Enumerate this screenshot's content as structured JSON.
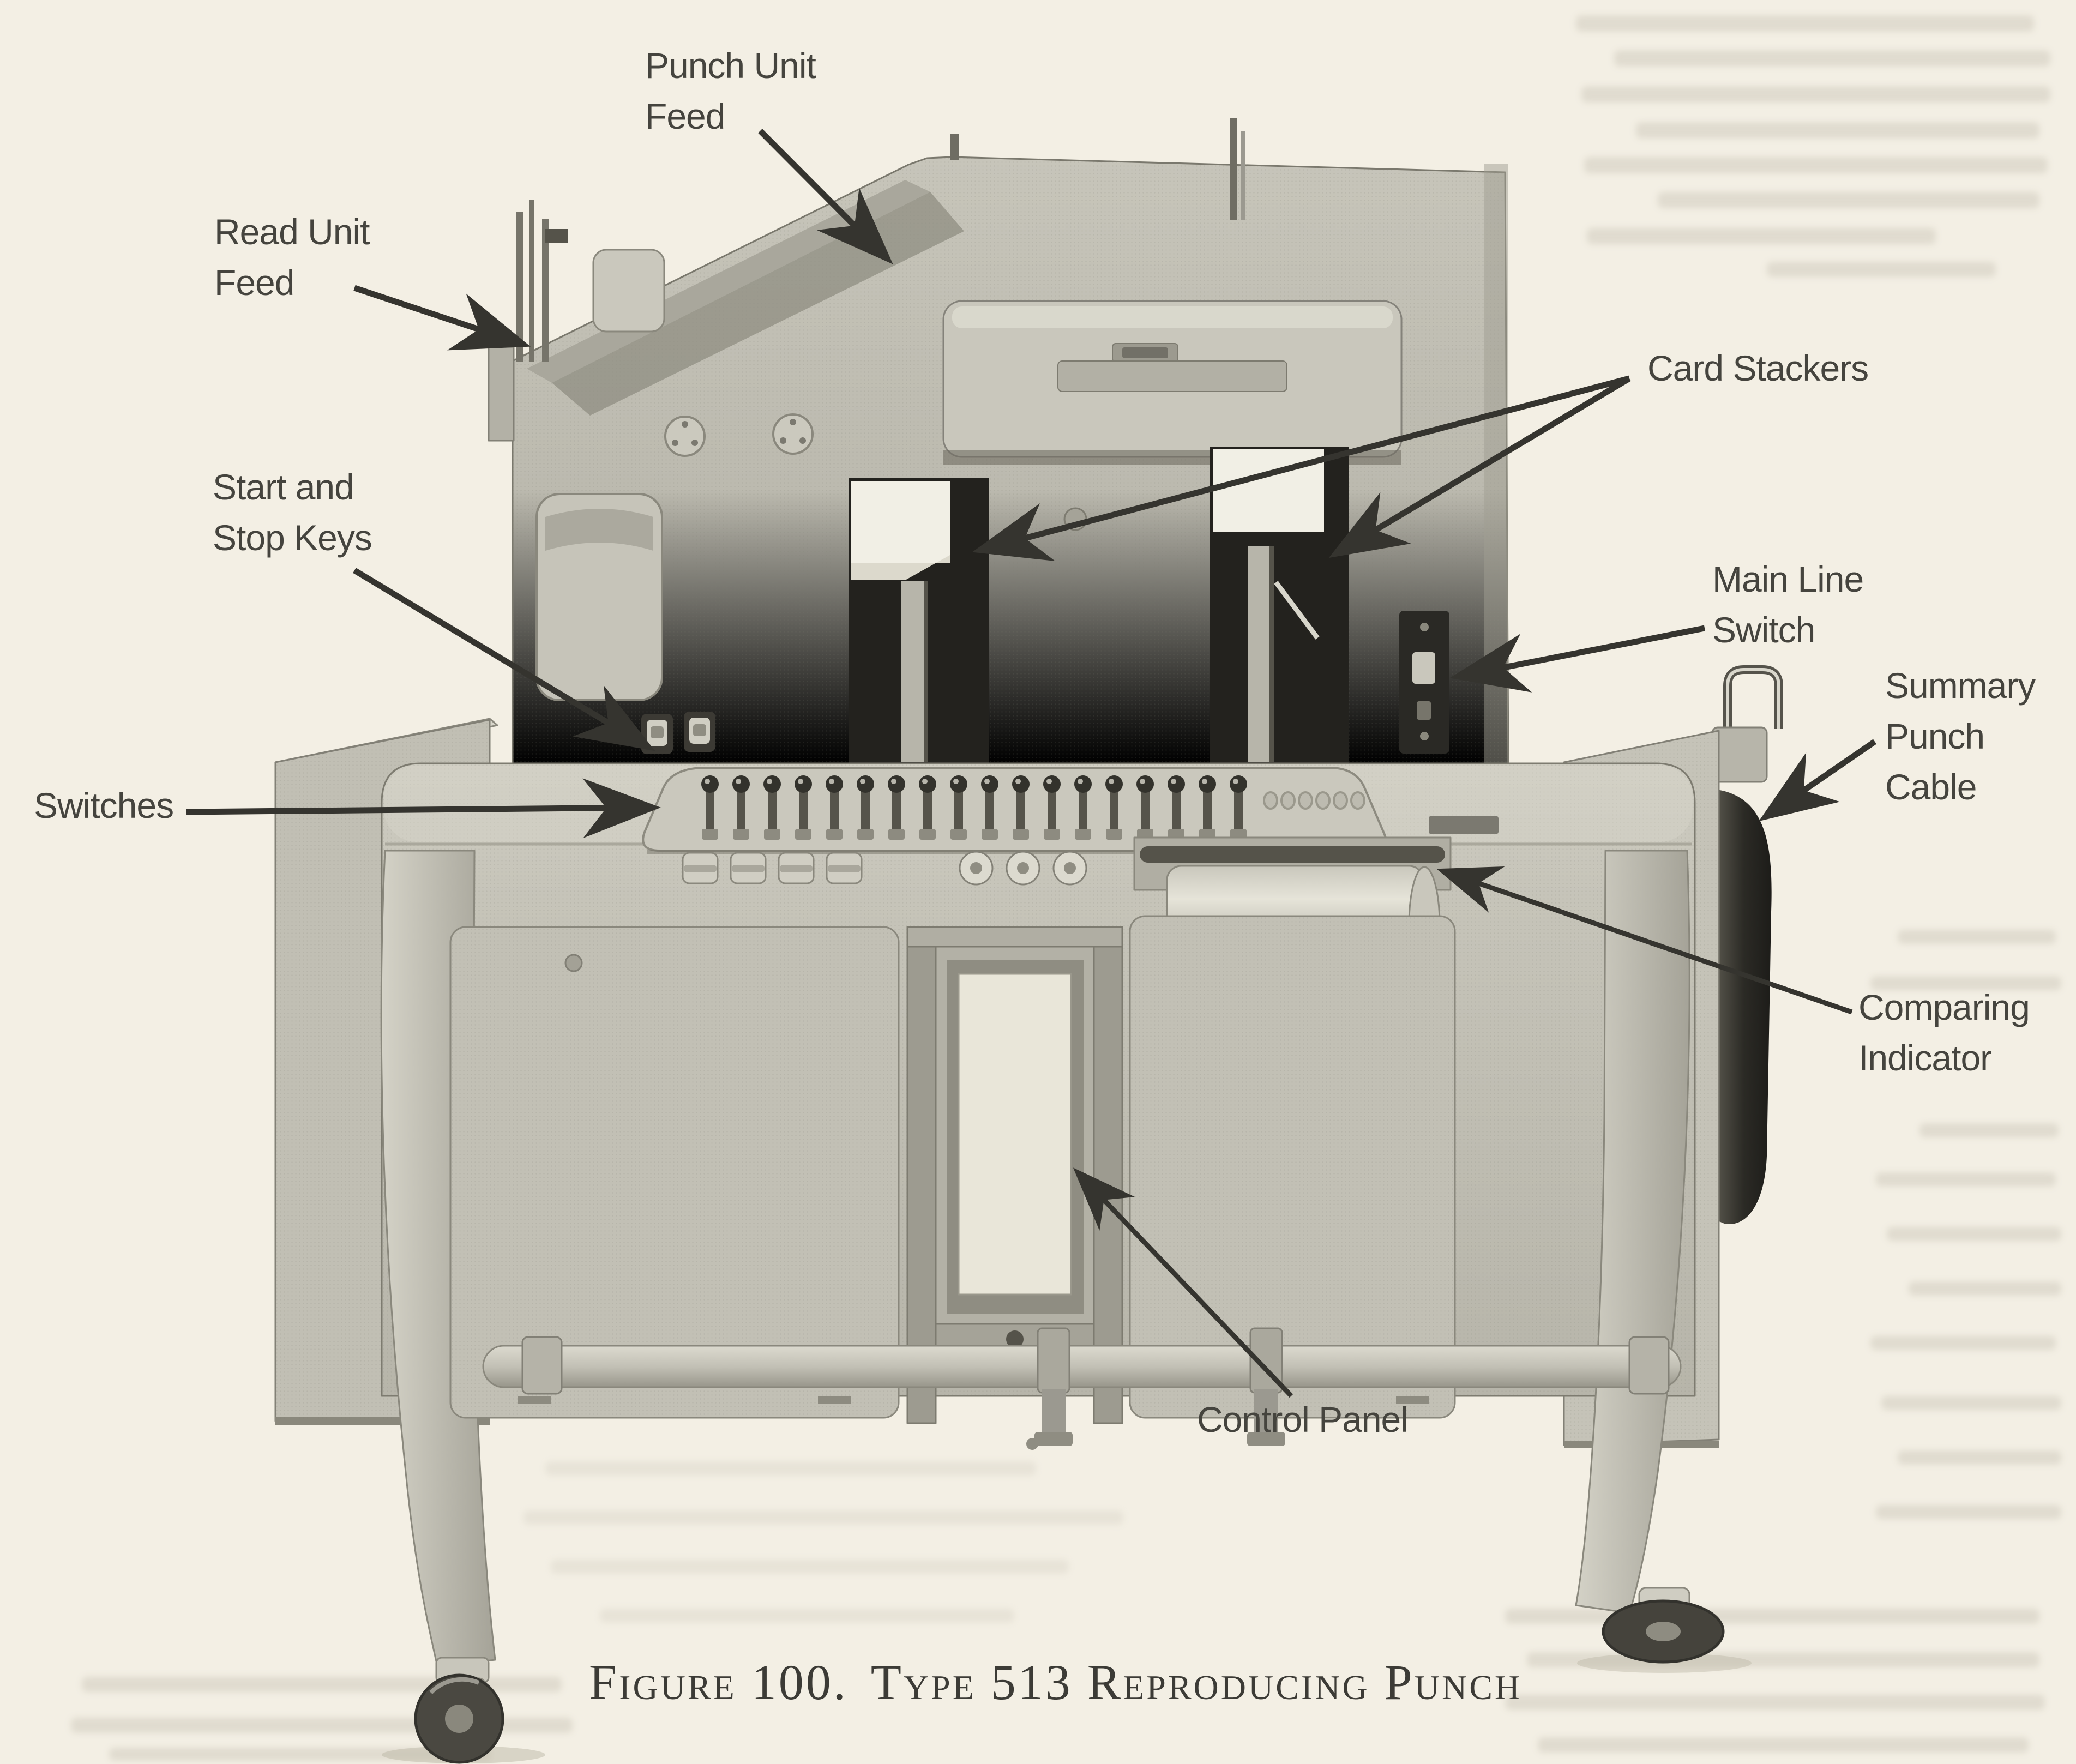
{
  "document": {
    "type": "scanned-manual-figure-page",
    "machine_name": "Type 513 Reproducing Punch",
    "caption": {
      "figure_no": "Figure 100.",
      "title": "Type 513 Reproducing Punch"
    },
    "colors": {
      "paper": "#f3efe4",
      "label_ink": "#45443e",
      "caption_ink": "#3c3b36",
      "arrow_ink": "#35342f",
      "machine_light": "#c6c4ba",
      "machine_mid": "#b0aea3",
      "machine_shadow": "#8f8d82",
      "machine_dark_recess": "#23221e",
      "card_stack_white": "#f1efe5"
    }
  },
  "labels": {
    "punch_unit_feed": {
      "lines": [
        "Punch Unit",
        "Feed"
      ]
    },
    "read_unit_feed": {
      "lines": [
        "Read Unit",
        "Feed"
      ]
    },
    "card_stackers": {
      "lines": [
        "Card Stackers"
      ]
    },
    "start_and_stop_keys": {
      "lines": [
        "Start and",
        "Stop Keys"
      ]
    },
    "main_line_switch": {
      "lines": [
        "Main Line",
        "Switch"
      ]
    },
    "switches": {
      "lines": [
        "Switches"
      ]
    },
    "summary_punch_cable": {
      "lines": [
        "Summary",
        "Punch",
        "Cable"
      ]
    },
    "comparing_indicator": {
      "lines": [
        "Comparing",
        "Indicator"
      ]
    },
    "control_panel": {
      "lines": [
        "Control Panel"
      ]
    }
  }
}
